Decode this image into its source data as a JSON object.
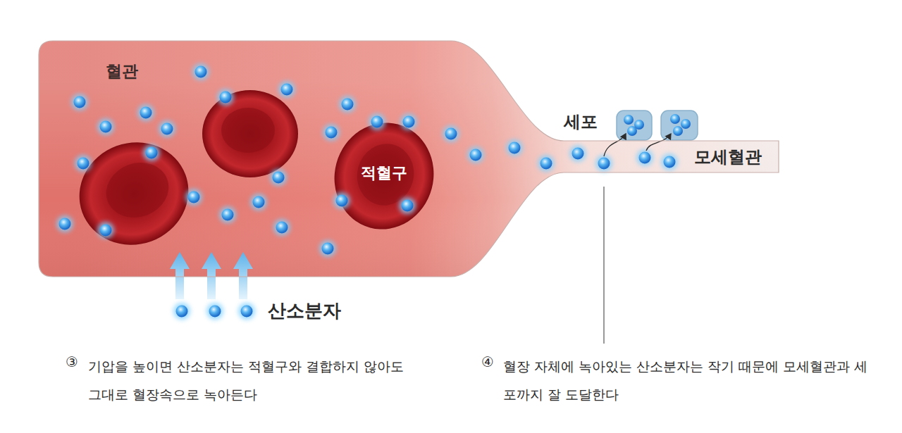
{
  "diagram": {
    "nodes": [
      {
        "text": [
          "혈관"
        ]
      },
      {
        "text": [
          "적혈구"
        ],
        "in": 0
      }
    ],
    "labels": [
      "세포",
      "모세혈관",
      "산소분자",
      "③",
      "기압을 높이면 산소분자는 적혈구와 결합하지 않아도 그대로 혈장속으로 녹아든다",
      "④",
      "혈장 자체에 녹아있는 산소분자는 작기 때문에 모세혈관과 세포까지 잘 도달한다"
    ]
  }
}
